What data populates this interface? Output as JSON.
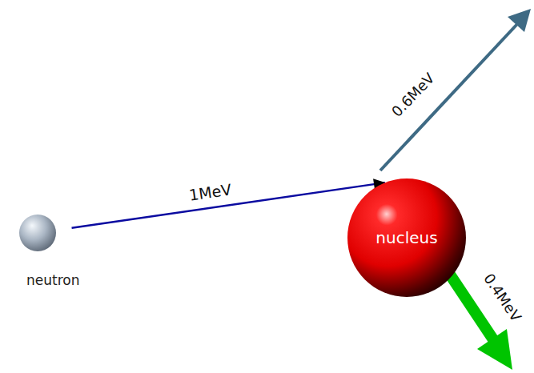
{
  "diagram": {
    "nodes": [
      {
        "text": [
          "neutron"
        ]
      },
      {
        "text": [
          "nucleus"
        ]
      }
    ],
    "edges": [
      {
        "from": 0,
        "to": 1,
        "arrow": "to",
        "label": "1MeV"
      }
    ],
    "labels": [
      "0.6MeV",
      "0.4MeV"
    ]
  }
}
